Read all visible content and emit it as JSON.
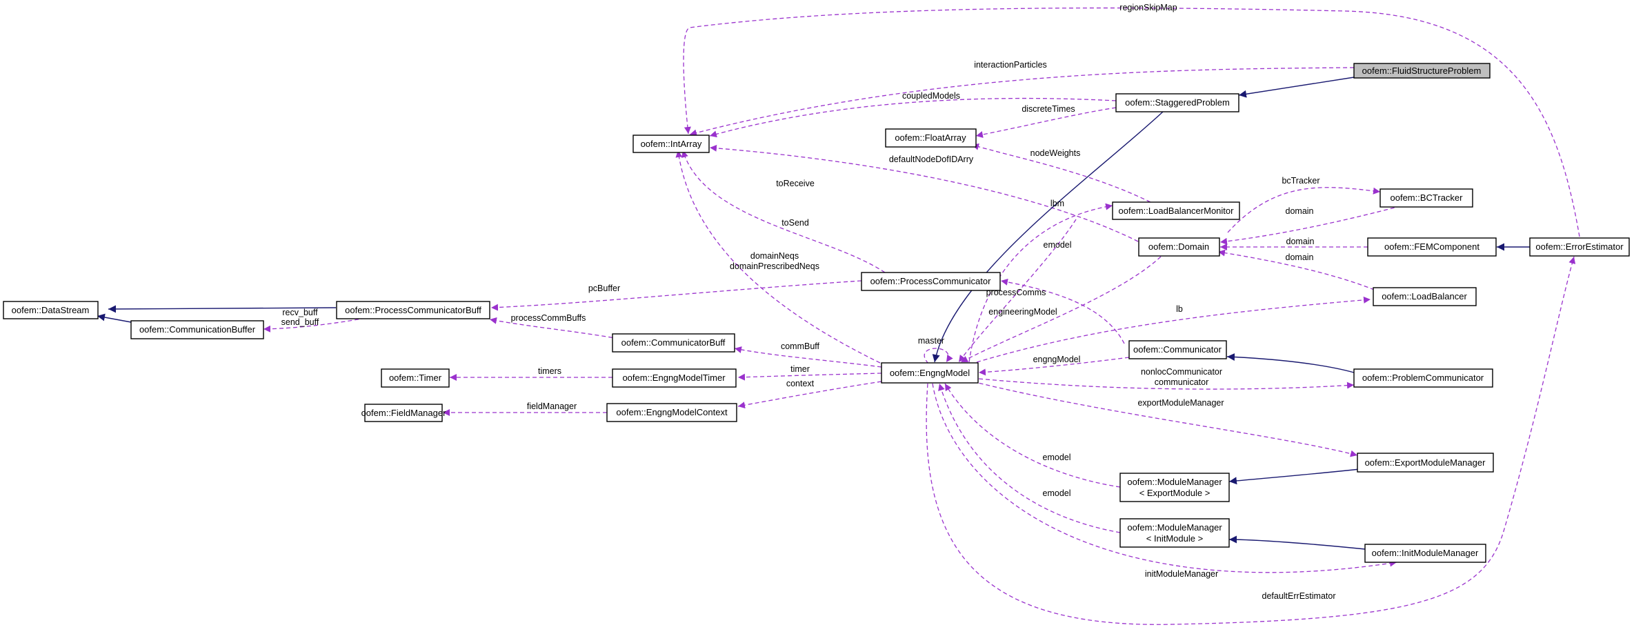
{
  "nodes": {
    "fluid": "oofem::FluidStructureProblem",
    "staggered": "oofem::StaggeredProblem",
    "intarray": "oofem::IntArray",
    "floatarray": "oofem::FloatArray",
    "lbmonitor": "oofem::LoadBalancerMonitor",
    "bctracker": "oofem::BCTracker",
    "domain": "oofem::Domain",
    "femcomponent": "oofem::FEMComponent",
    "errorestimator": "oofem::ErrorEstimator",
    "processcomm": "oofem::ProcessCommunicator",
    "loadbalancer": "oofem::LoadBalancer",
    "datastream": "oofem::DataStream",
    "pcbuff": "oofem::ProcessCommunicatorBuff",
    "commbuffer": "oofem::CommunicationBuffer",
    "communicatorbuff": "oofem::CommunicatorBuff",
    "timer": "oofem::Timer",
    "engngmodeltimer": "oofem::EngngModelTimer",
    "engngmodel": "oofem::EngngModel",
    "communicator": "oofem::Communicator",
    "problemcomm": "oofem::ProblemCommunicator",
    "fieldmanager": "oofem::FieldManager",
    "engngmodelcontext": "oofem::EngngModelContext",
    "exportmodulemanager": "oofem::ExportModuleManager",
    "modman_export_l1": "oofem::ModuleManager",
    "modman_export_l2": "< ExportModule >",
    "modman_init_l1": "oofem::ModuleManager",
    "modman_init_l2": "< InitModule >",
    "initmodulemanager": "oofem::InitModuleManager"
  },
  "edge_labels": {
    "regionSkipMap": "regionSkipMap",
    "interactionParticles": "interactionParticles",
    "coupledModels": "coupledModels",
    "discreteTimes": "discreteTimes",
    "defaultNodeDofIDArry": "defaultNodeDofIDArry",
    "nodeWeights": "nodeWeights",
    "bcTracker": "bcTracker",
    "domain1": "domain",
    "domain2": "domain",
    "domain3": "domain",
    "lbm": "lbm",
    "toReceive": "toReceive",
    "toSend": "toSend",
    "emodel1": "emodel",
    "domainNeqs": "domainNeqs",
    "domainPrescribedNeqs": "domainPrescribedNeqs",
    "pcBuffer": "pcBuffer",
    "processComms": "processComms",
    "engineeringModel": "engineeringModel",
    "lb": "lb",
    "recv_buff": "recv_buff",
    "send_buff": "send_buff",
    "processCommBuffs": "processCommBuffs",
    "master": "master",
    "commBuff": "commBuff",
    "engngModel": "engngModel",
    "timers": "timers",
    "timer": "timer",
    "nonlocCommunicator": "nonlocCommunicator",
    "communicator": "communicator",
    "context": "context",
    "fieldManager": "fieldManager",
    "exportModuleManager": "exportModuleManager",
    "emodel2": "emodel",
    "emodel3": "emodel",
    "initModuleManager": "initModuleManager",
    "defaultErrEstimator": "defaultErrEstimator"
  },
  "colors": {
    "usage_edge": "#9a32cd",
    "inheritance_edge": "#191970",
    "highlight_fill": "#bfbfbf"
  }
}
